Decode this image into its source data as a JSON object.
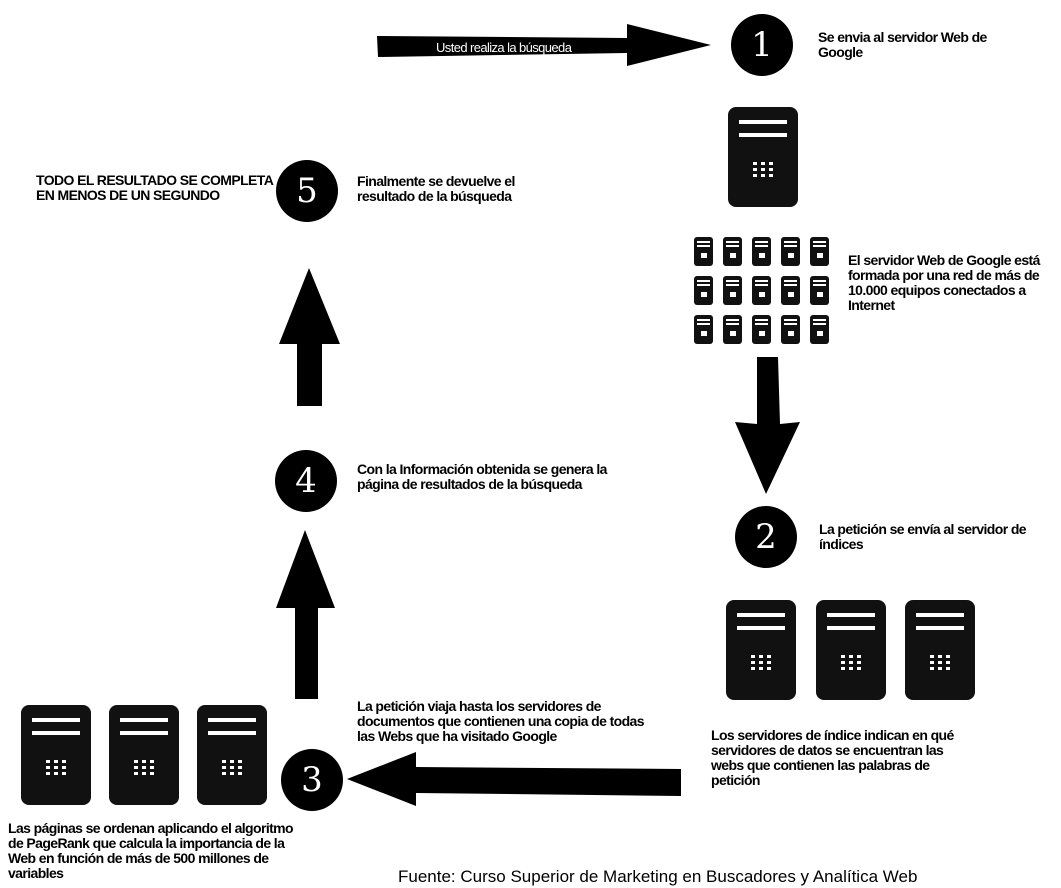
{
  "search_arrow_label": "Usted realiza la búsqueda",
  "steps": [
    {
      "number": "1",
      "caption": "Se envia al servidor Web de Google"
    },
    {
      "number": "2",
      "caption": "La petición se envía al servidor de índices"
    },
    {
      "number": "3",
      "caption": "La petición viaja hasta los servidores de documentos que contienen una copia de todas las Webs que ha visitado Google"
    },
    {
      "number": "4",
      "caption": "Con la Información obtenida se genera la página de resultados de la búsqueda"
    },
    {
      "number": "5",
      "caption": "Finalmente se devuelve el resultado de la búsqueda"
    }
  ],
  "notes": {
    "web_server_network": "El servidor Web de Google está formada por una red de más de 10.000 equipos conectados a Internet",
    "index_servers": "Los servidores de índice indican en qué servidores de datos se encuentran las webs que contienen las palabras de petición",
    "pagerank": "Las páginas se ordenan aplicando el algoritmo de PageRank que calcula la importancia de la Web en función de más de 500 millones de variables",
    "total_time": "TODO EL RESULTADO SE COMPLETA EN MENOS DE UN SEGUNDO"
  },
  "source": "Fuente: Curso Superior de Marketing en Buscadores y Analítica Web"
}
